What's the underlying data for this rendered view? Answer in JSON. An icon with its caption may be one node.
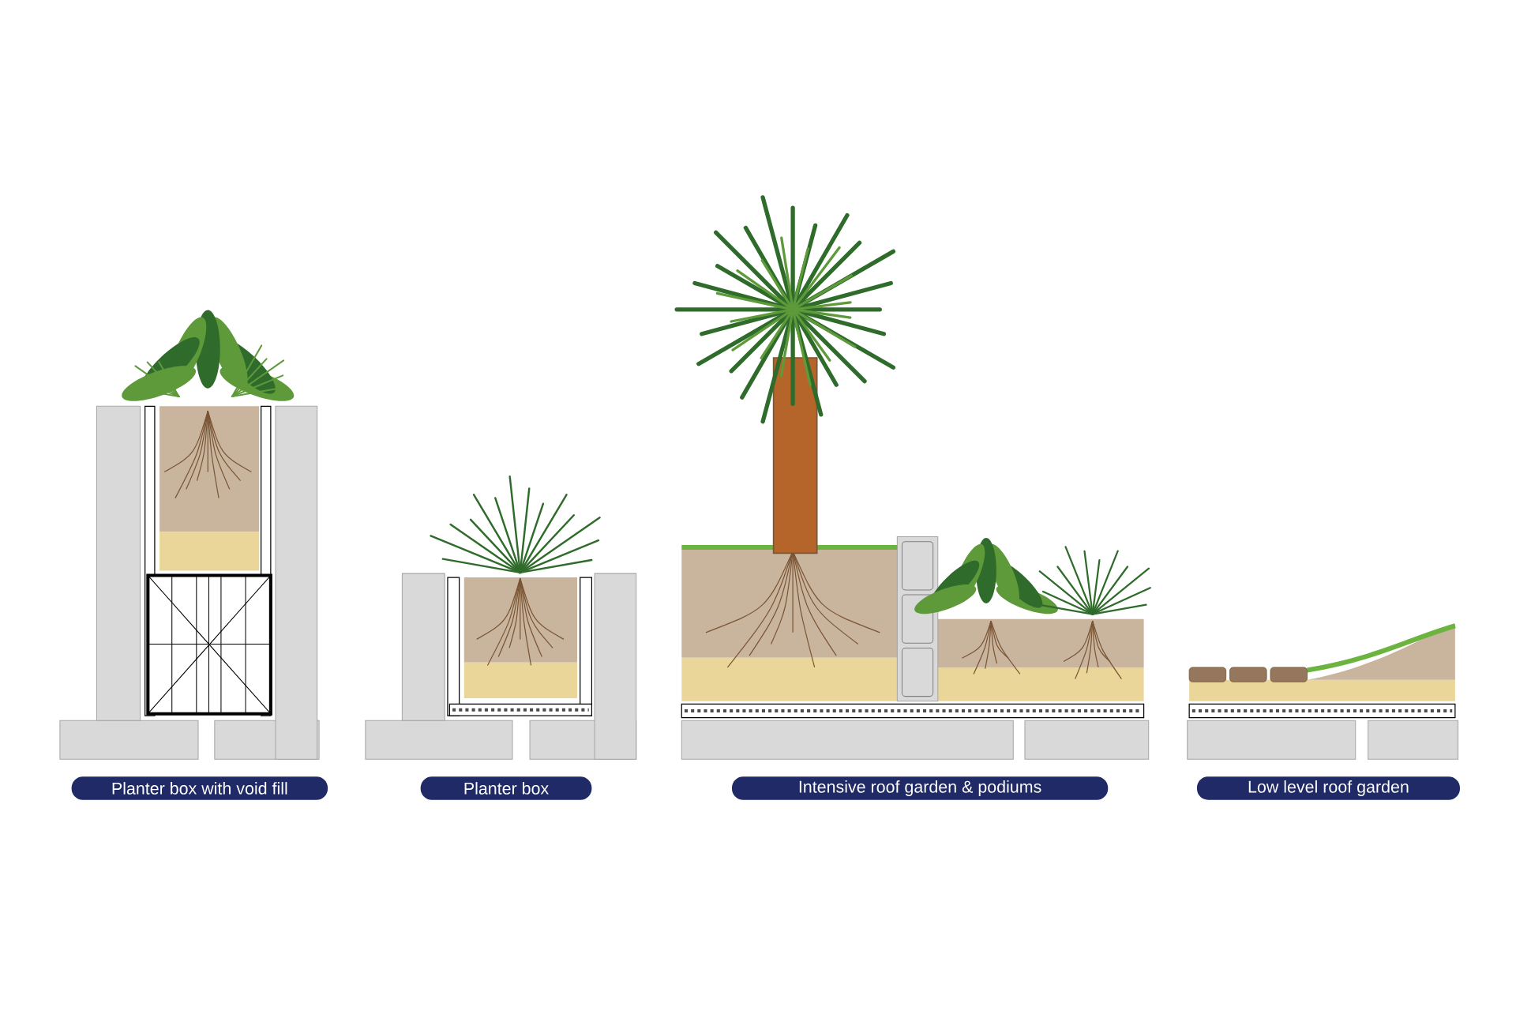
{
  "diagram": {
    "nodes": [
      {
        "text": [
          "Planter box with void fill"
        ]
      },
      {
        "text": [
          "Planter box"
        ]
      },
      {
        "text": [
          "Intensive roof garden & podiums"
        ]
      },
      {
        "text": [
          "Low level roof garden"
        ]
      }
    ]
  }
}
